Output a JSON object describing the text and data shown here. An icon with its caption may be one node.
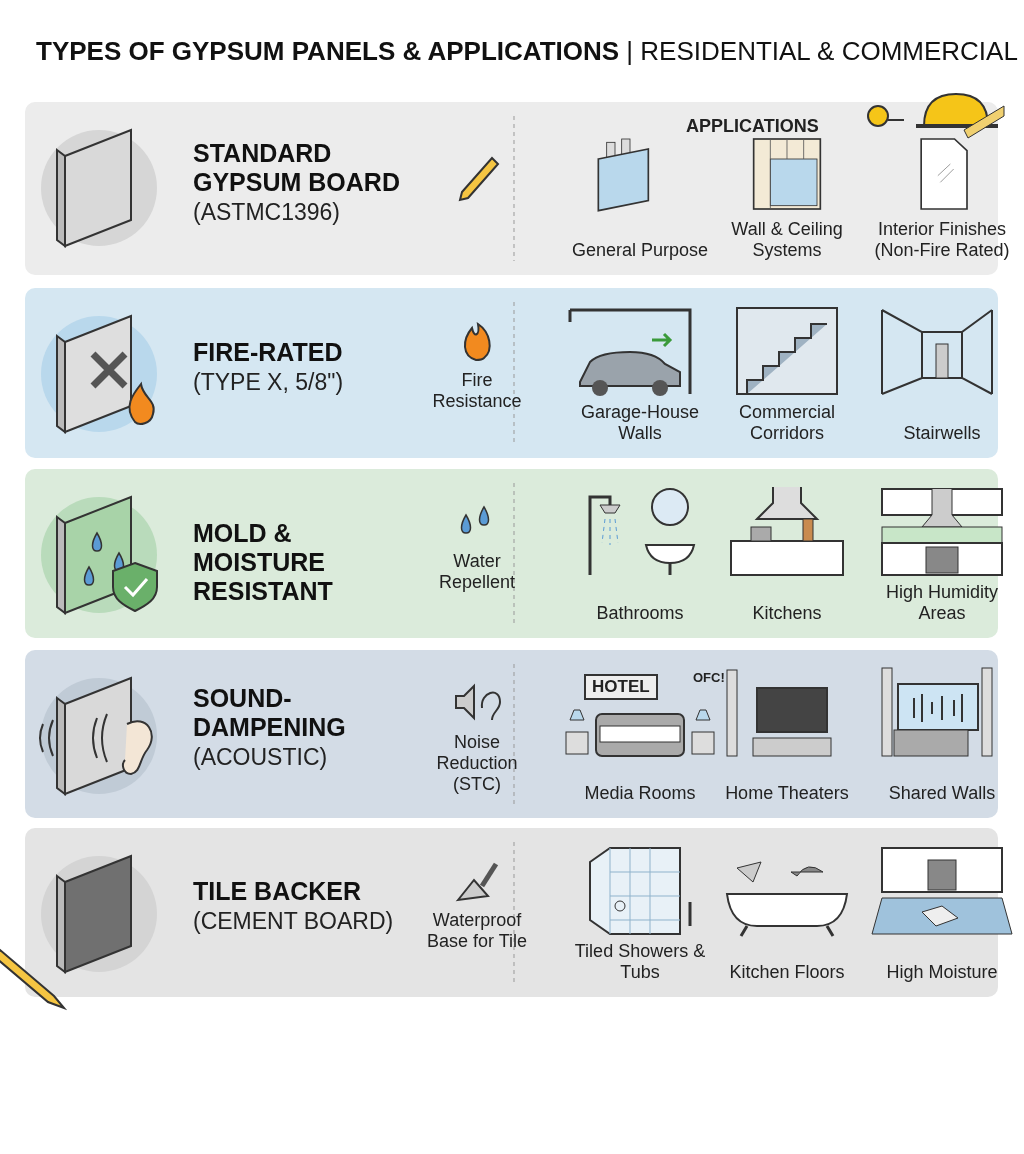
{
  "diagram": {
    "title": "**TYPES OF GYPSUM PANELS & APPLICATIONS** | RESIDENTIAL & COMMERCIAL",
    "nodes": [
      {
        "text": [
          "STANDARD GYPSUM BOARD",
          "(ASTMC1396)"
        ]
      },
      {
        "text": [
          "General Purpose"
        ],
        "in": 0
      },
      {
        "text": [
          "Wall & Ceiling Systems"
        ],
        "in": 0
      },
      {
        "text": [
          "Interior Finishes (Non-Fire Rated)"
        ],
        "in": 0
      },
      {
        "text": [
          "FIRE-RATED",
          "(TYPE X, 5/8\")"
        ]
      },
      {
        "text": [
          "Fire Resistance"
        ],
        "in": 4
      },
      {
        "text": [
          "Garage-House Walls"
        ],
        "in": 4
      },
      {
        "text": [
          "Commercial Corridors"
        ],
        "in": 4
      },
      {
        "text": [
          "Stairwells"
        ],
        "in": 4
      },
      {
        "text": [
          "MOLD & MOISTURE RESISTANT"
        ]
      },
      {
        "text": [
          "Water Repellent"
        ],
        "in": 9
      },
      {
        "text": [
          "Bathrooms"
        ],
        "in": 9
      },
      {
        "text": [
          "Kitchens"
        ],
        "in": 9
      },
      {
        "text": [
          "High Humidity Areas"
        ],
        "in": 9
      },
      {
        "text": [
          "SOUND-DAMPENING",
          "(ACOUSTIC)"
        ]
      },
      {
        "text": [
          "Noise Reduction (STC)"
        ],
        "in": 14
      },
      {
        "text": [
          "Media Rooms"
        ],
        "in": 14
      },
      {
        "text": [
          "Home Theaters"
        ],
        "in": 14
      },
      {
        "text": [
          "Shared Walls"
        ],
        "in": 14
      },
      {
        "text": [
          "TILE BACKER",
          "(CEMENT BOARD)"
        ]
      },
      {
        "text": [
          "Waterproof Base for Tile"
        ],
        "in": 19
      },
      {
        "text": [
          "Tiled Showers & Tubs"
        ],
        "in": 19
      },
      {
        "text": [
          "Kitchen Floors"
        ],
        "in": 19
      },
      {
        "text": [
          "High Moisture"
        ],
        "in": 19
      }
    ],
    "labels": [
      "APPLICATIONS",
      "HOTEL",
      "OFC!"
    ]
  }
}
